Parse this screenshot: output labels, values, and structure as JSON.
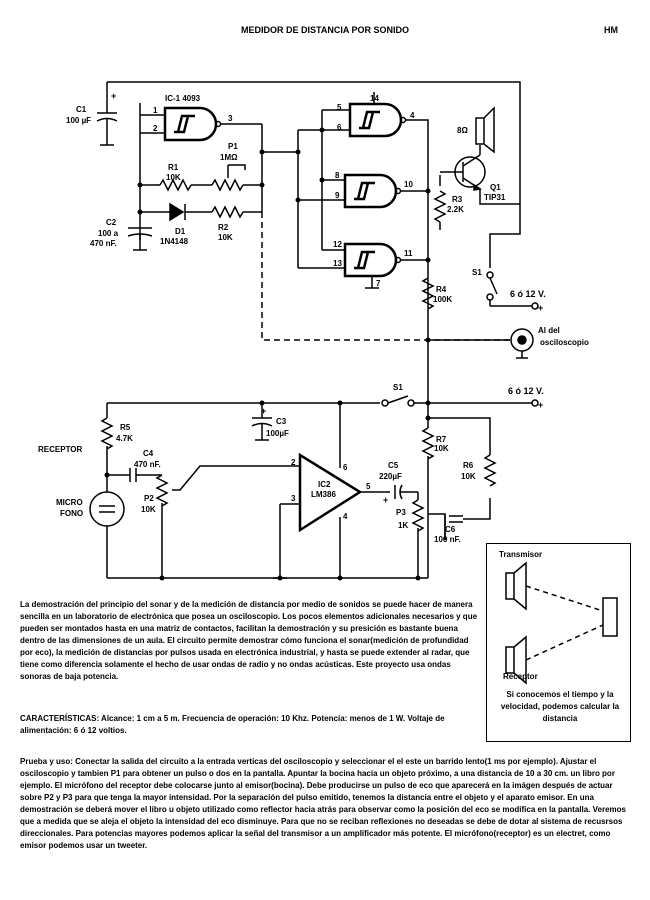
{
  "header": {
    "title": "MEDIDOR DE DISTANCIA POR SONIDO",
    "author": "HM"
  },
  "labels": {
    "c1_name": "C1",
    "c1_value": "100 µF",
    "ic1": "IC-1 4093",
    "p1_name": "P1",
    "p1_value": "1MΩ",
    "r1_name": "R1",
    "r1_value": "10K",
    "c2_name": "C2",
    "c2_value_a": "100 a",
    "c2_value_b": "470 nF.",
    "d1_name": "D1",
    "d1_value": "1N4148",
    "r2_name": "R2",
    "r2_value": "10K",
    "speaker": "8Ω",
    "q1_name": "Q1",
    "q1_value": "TIP31",
    "r3_name": "R3",
    "r3_value": "2.2K",
    "r4_name": "R4",
    "r4_value": "100K",
    "s1_name": "S1",
    "supply": "6 ó 12 V.",
    "scope_a": "Al del",
    "scope_b": "osciloscopio",
    "s1b_name": "S1",
    "supply2": "6 ó 12 V.",
    "receptor": "RECEPTOR",
    "r5_name": "R5",
    "r5_value": "4.7K",
    "c3_name": "C3",
    "c3_value": "100µF",
    "c4_name": "C4",
    "c4_value": "470 nF.",
    "mic_a": "MICRO",
    "mic_b": "FONO",
    "p2_name": "P2",
    "p2_value": "10K",
    "ic2_name": "IC2",
    "ic2_value": "LM386",
    "c5_name": "C5",
    "c5_value": "220µF",
    "r7_name": "R7",
    "r7_value": "10K",
    "r6_name": "R6",
    "r6_value": "10K",
    "p3_name": "P3",
    "p3_value": "1K",
    "c6_name": "C6",
    "c6_value": "100 nF.",
    "pins": {
      "p1": "1",
      "p2": "2",
      "p3": "3",
      "p5": "5",
      "p6": "6",
      "p4": "4",
      "p14": "14",
      "p8": "8",
      "p9": "9",
      "p10": "10",
      "p12": "12",
      "p13": "13",
      "p11": "11",
      "p7": "7",
      "a2": "2",
      "a3": "3",
      "a6": "6",
      "a4": "4",
      "a5": "5"
    }
  },
  "inset": {
    "transmisor": "Transmisor",
    "receptor": "Receptor",
    "caption": "Si conocemos el tiempo y la velocidad, podemos calcular la distancia"
  },
  "text": {
    "description": "La demostración del principio del sonar y de la medición de distancia por medio de sonidos se puede hacer de manera sencilla en un laboratorio de electrónica que posea un osciloscopio. Los pocos elementos adicionales necesarios y que pueden ser montados hasta en una matriz de contactos, facilitan la demostración y su presición es bastante buena dentro de las dimensiones de un aula. El circuito permite demostrar cómo funciona el sonar(medición de profundidad por eco), la medición de distancias por pulsos usada en electrónica industrial, y hasta se puede extender al radar, que tiene como diferencia solamente el hecho de usar ondas de radio y no ondas acústicas. Este proyecto usa ondas sonoras de baja potencia.",
    "characteristics_label": "CARACTERÍSTICAS:",
    "characteristics": " Alcance: 1 cm a 5 m. Frecuencia de operación: 10 Khz. Potencia: menos de 1 W. Voltaje de alimentación: 6 ó 12 voltios.",
    "usage": "Prueba y uso: Conectar la salida del circuito a la entrada verticas del osciloscopio y seleccionar el el este un barrido lento(1 ms por ejemplo). Ajustar el osciloscopio y tambien P1 para obtener un pulso o dos en la pantalla. Apuntar la bocina hacia un objeto próximo, a una distancia de 10 a 30 cm. un libro por ejemplo. El micrófono del receptor debe colocarse junto al emisor(bocina). Debe producirse un pulso de eco que aparecerá en la imágen después de actuar sobre P2 y P3 para que tenga la mayor intensidad. Por la separación del pulso emitido, tenemos la distancia entre el objeto y el aparato emisor. En una demostración se deberá mover el libro u objeto utilizado como reflector hacia atrás para observar como la posición del eco se modifica en la pantalla. Veremos que a medida que se aleja el objeto la intensidad del eco disminuye. Para que no se reciban reflexiones no deseadas se debe de dotar al sistema de recusrsos direccionales. Para potencias mayores podemos aplicar la señal del transmisor a un amplificador más potente. El micrófono(receptor) es un electret, como emisor podemos usar un tweeter."
  }
}
